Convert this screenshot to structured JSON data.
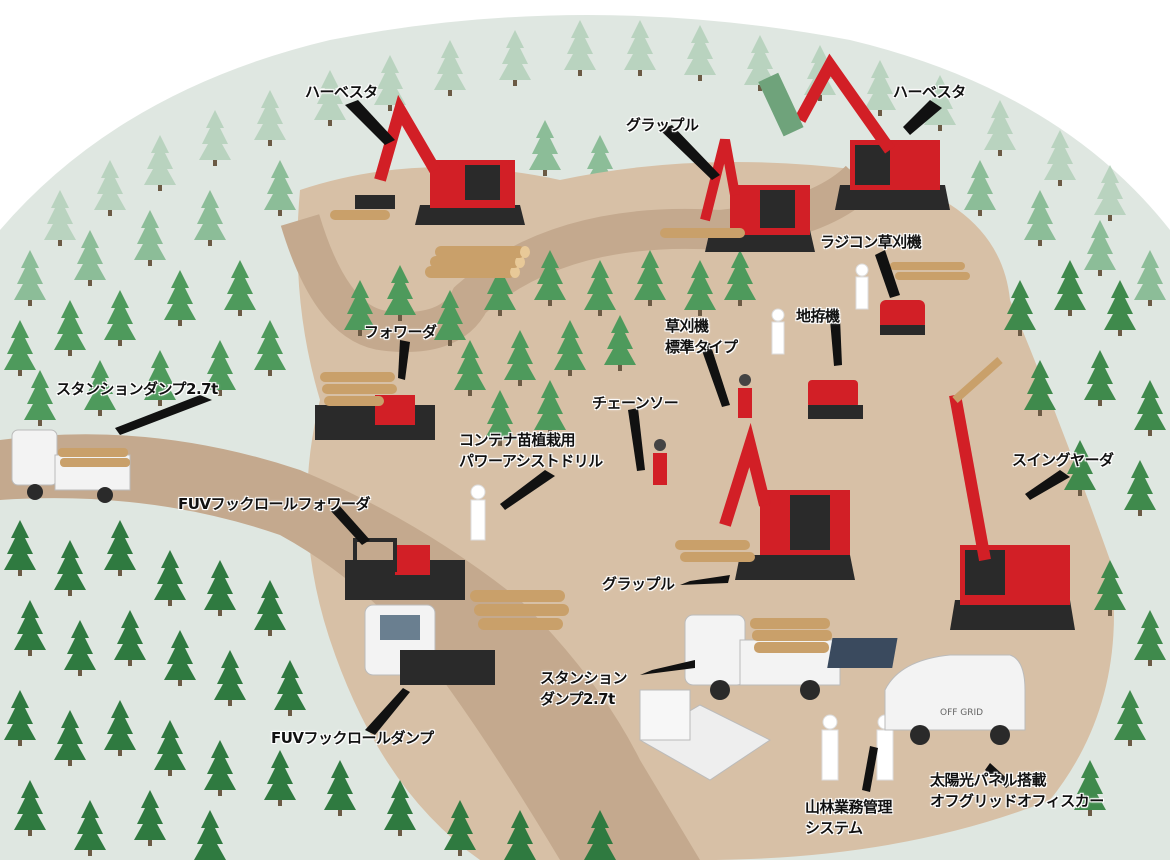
{
  "colors": {
    "sky_white": "#ffffff",
    "forest_dark": "#2f6b3b",
    "forest_mid": "#3f8a4c",
    "forest_light": "#7fb089",
    "forest_pale": "#b9d3bf",
    "ground": "#cdb49a",
    "road": "#bda288",
    "machine_red": "#d21f26",
    "machine_dark": "#2a2a2a",
    "log": "#c9a06a",
    "truck_white": "#f3f3f3"
  },
  "labels": {
    "harvester_left": "ハーベスタ",
    "harvester_right": "ハーベスタ",
    "grapple_top": "グラップル",
    "radio_mower": "ラジコン草刈機",
    "forwarder": "フォワーダ",
    "ground_prep": "地拵機",
    "mower_standard_line1": "草刈機",
    "mower_standard_line2": "標準タイプ",
    "dump_left": "スタンションダンプ2.7t",
    "chainsaw": "チェーンソー",
    "drill_line1": "コンテナ苗植栽用",
    "drill_line2": "パワーアシストドリル",
    "swing_yarder": "スイングヤーダ",
    "fuv_forwarder": "FUVフックロールフォワーダ",
    "grapple_bottom": "グラップル",
    "dump_bottom_line1": "スタンション",
    "dump_bottom_line2": "ダンプ2.7t",
    "fuv_dump": "FUVフックロールダンプ",
    "forest_mgmt_line1": "山林業務管理",
    "forest_mgmt_line2": "システム",
    "solar_car_line1": "太陽光パネル搭載",
    "solar_car_line2": "オフグリッドオフィスカー",
    "car_brand": "OFF GRID"
  }
}
